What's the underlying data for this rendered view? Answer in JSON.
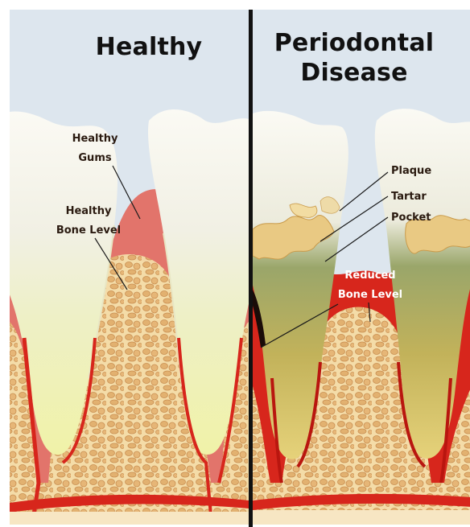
{
  "panels": {
    "left_title": "Healthy",
    "right_title_line1": "Periodontal",
    "right_title_line2": "Disease"
  },
  "labels": {
    "healthy_gums_1": "Healthy",
    "healthy_gums_2": "Gums",
    "healthy_bone_1": "Healthy",
    "healthy_bone_2": "Bone Level",
    "plaque": "Plaque",
    "tartar": "Tartar",
    "pocket": "Pocket",
    "reduced_bone_1": "Reduced",
    "reduced_bone_2": "Bone Level"
  },
  "colors": {
    "sky": "#dde6ee",
    "gum_pink": "#e2746b",
    "gum_red": "#d7261c",
    "bone": "#f3d9a4",
    "bone_cell": "#e6b677",
    "tooth": "#f7f5ec",
    "root_green": "#c9d57d",
    "tartar": "#e9c983"
  }
}
